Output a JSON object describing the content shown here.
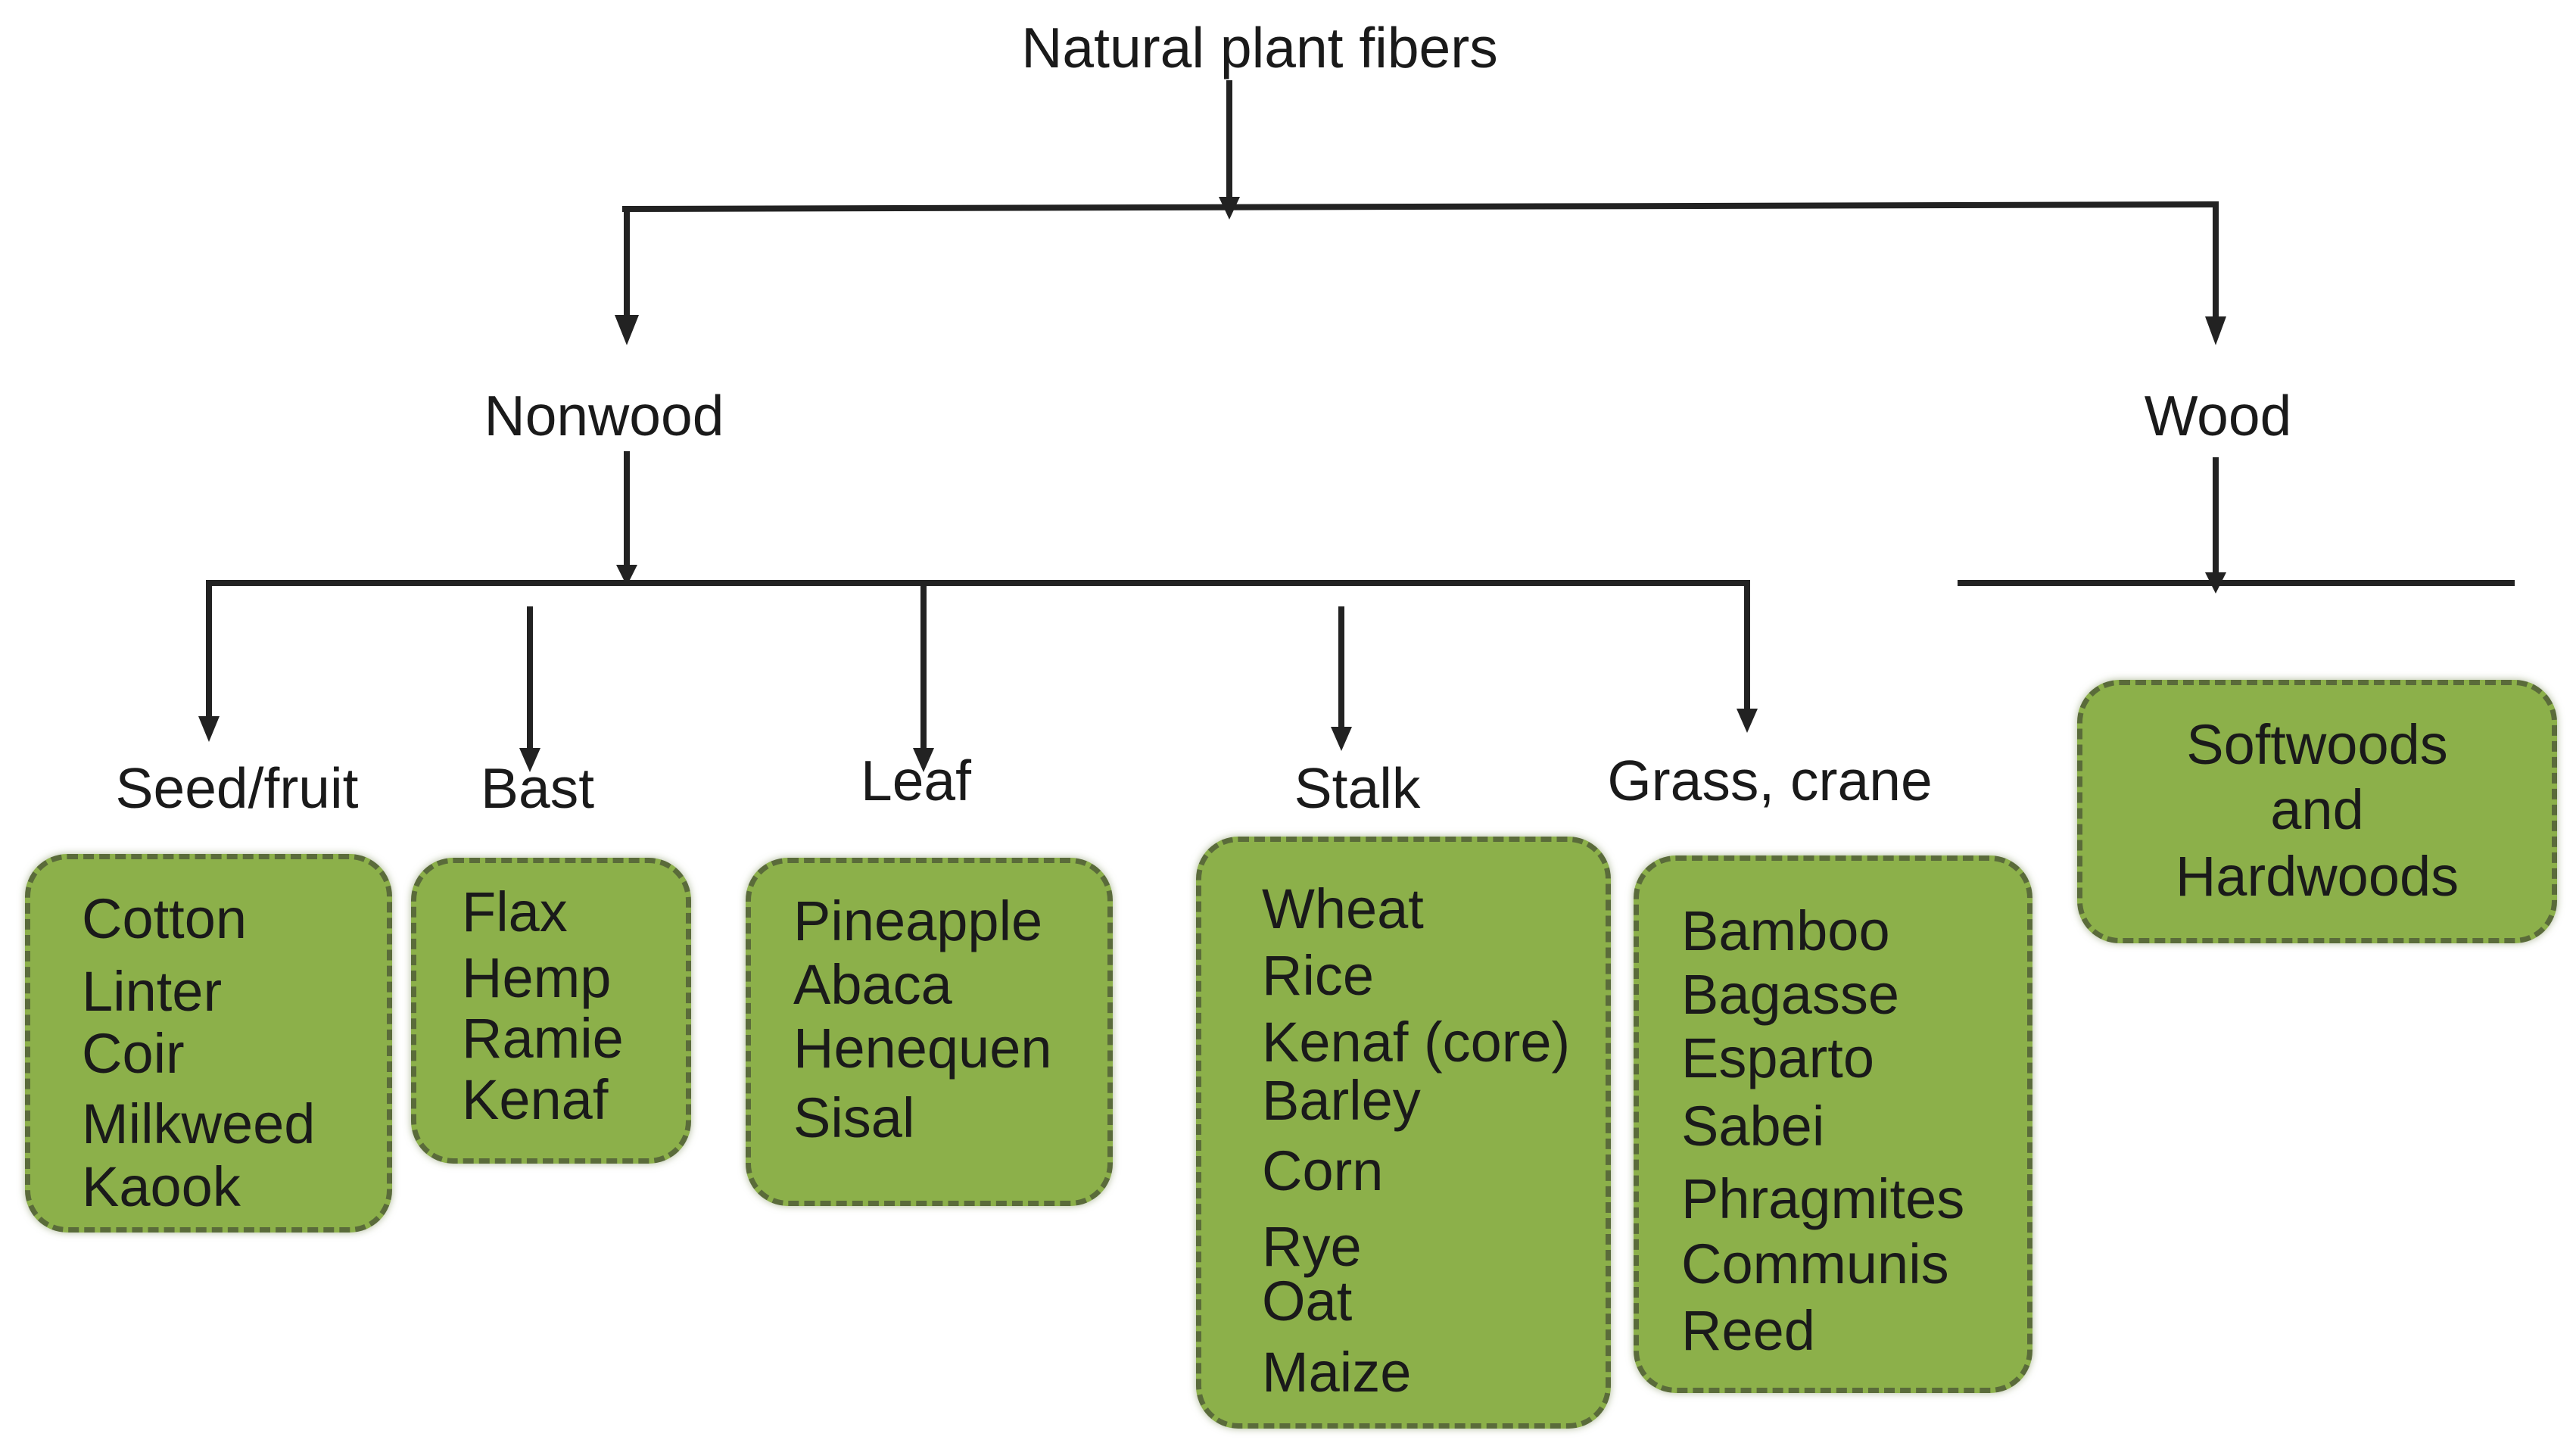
{
  "colors": {
    "box_fill": "#8cb04a",
    "box_border": "#5a6b3a",
    "line": "#222222"
  },
  "root": {
    "label": "Natural plant fibers"
  },
  "branches": {
    "nonwood": {
      "label": "Nonwood"
    },
    "wood": {
      "label": "Wood"
    }
  },
  "categories": [
    {
      "label": "Seed/fruit",
      "items": [
        "Cotton",
        "Linter",
        "Coir",
        "Milkweed",
        "Kaook"
      ]
    },
    {
      "label": "Bast",
      "items": [
        "Flax",
        "Hemp",
        "Ramie",
        "Kenaf"
      ]
    },
    {
      "label": "Leaf",
      "items": [
        "Pineapple",
        "Abaca",
        "Henequen",
        "Sisal"
      ]
    },
    {
      "label": "Stalk",
      "items": [
        "Wheat",
        "Rice",
        "Kenaf (core)",
        "Barley",
        "Corn",
        "Rye",
        "Oat",
        "Maize"
      ]
    },
    {
      "label": "Grass, crane",
      "items": [
        "Bamboo",
        "Bagasse",
        "Esparto",
        "Sabei",
        "Phragmites",
        "Communis",
        "Reed"
      ]
    }
  ],
  "wood_box": {
    "items": [
      "Softwoods",
      "and",
      "Hardwoods"
    ]
  }
}
